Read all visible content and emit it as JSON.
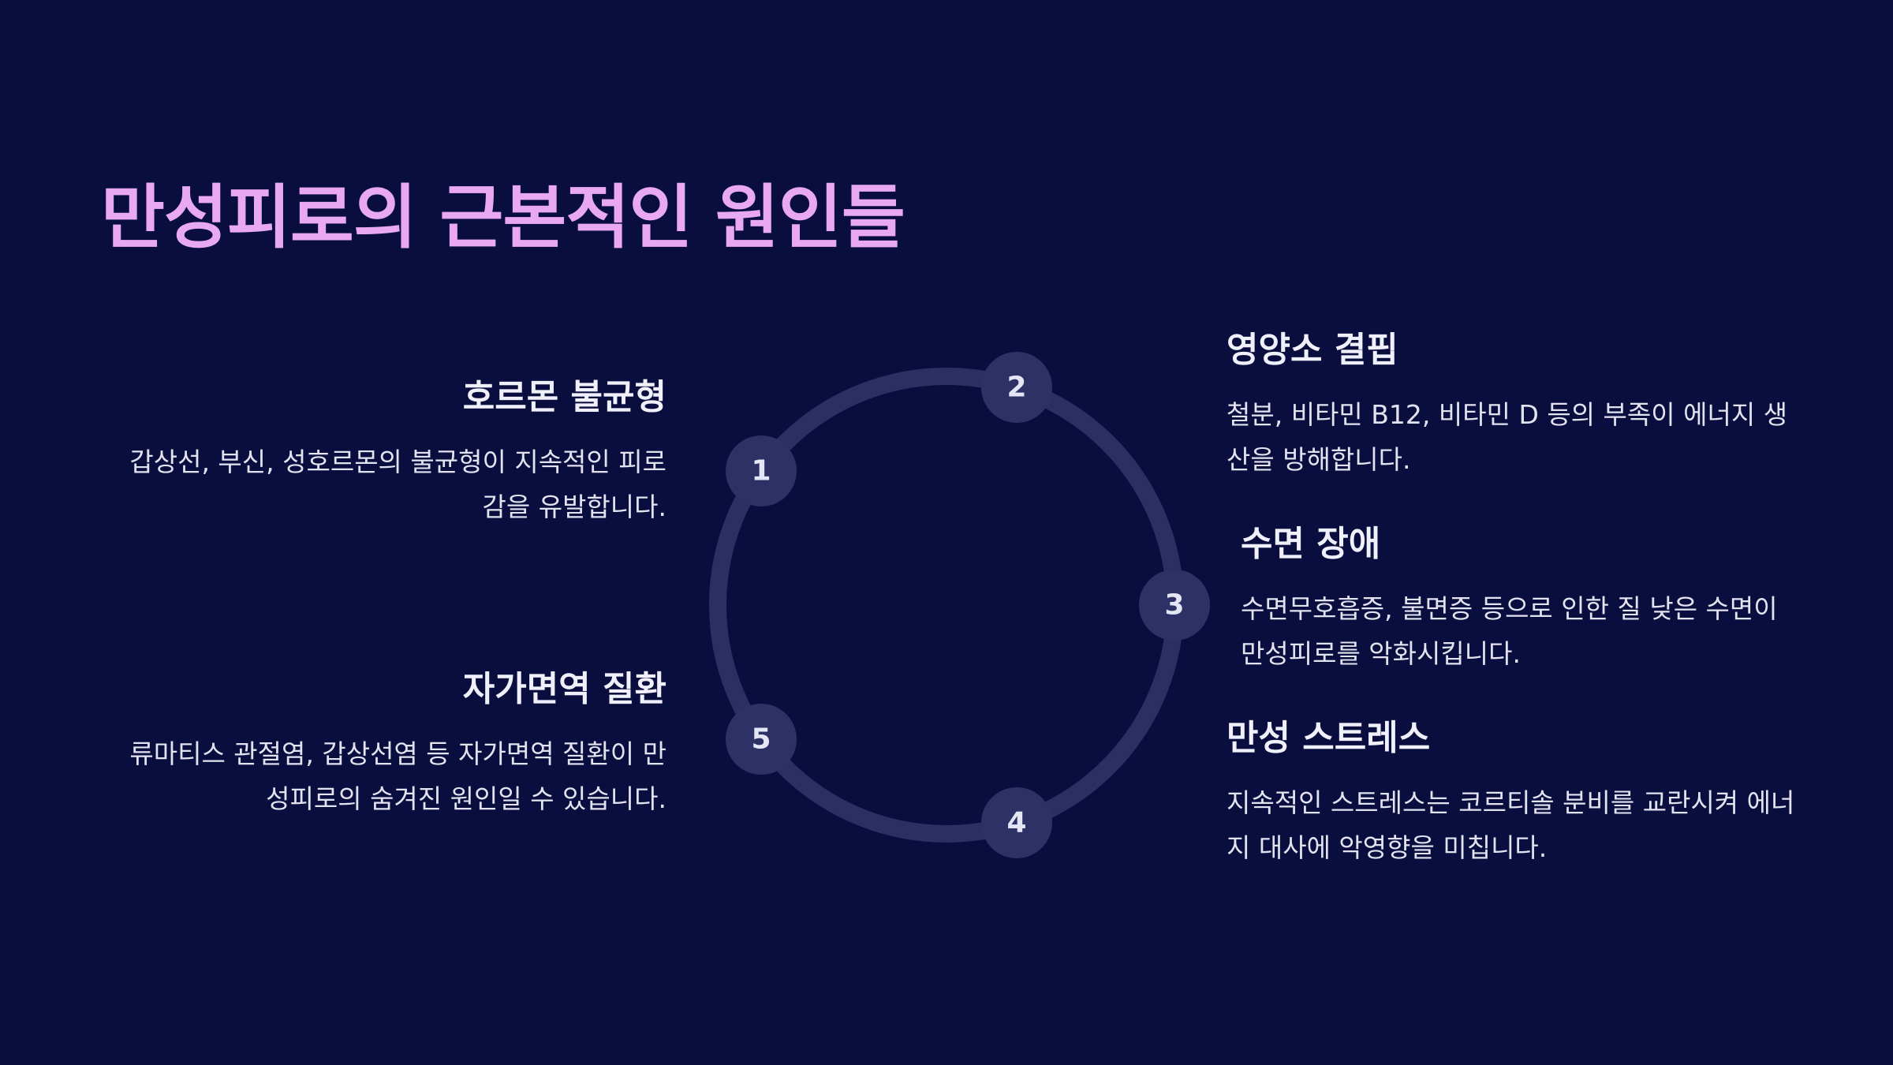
{
  "slide": {
    "title": "만성피로의 근본적인 원인들",
    "colors": {
      "background": "#0a0e3f",
      "title": "#e8a8f4",
      "ring": "#2b2f63",
      "node": "#2d3166",
      "text": "#ececf6"
    }
  },
  "cycle": {
    "nodes": [
      {
        "label": "1"
      },
      {
        "label": "2"
      },
      {
        "label": "3"
      },
      {
        "label": "4"
      },
      {
        "label": "5"
      }
    ]
  },
  "items": [
    {
      "number": "1",
      "heading": "호르몬 불균형",
      "text": "갑상선, 부신, 성호르몬의 불균형이 지속적인 피로감을 유발합니다."
    },
    {
      "number": "2",
      "heading": "영양소 결핍",
      "text": "철분, 비타민 B12, 비타민 D 등의 부족이 에너지 생산을 방해합니다."
    },
    {
      "number": "3",
      "heading": "수면 장애",
      "text": "수면무호흡증, 불면증 등으로 인한 질 낮은 수면이 만성피로를 악화시킵니다."
    },
    {
      "number": "4",
      "heading": "만성 스트레스",
      "text": "지속적인 스트레스는 코르티솔 분비를 교란시켜 에너지 대사에 악영향을 미칩니다."
    },
    {
      "number": "5",
      "heading": "자가면역 질환",
      "text": "류마티스 관절염, 갑상선염 등 자가면역 질환이 만성피로의 숨겨진 원인일 수 있습니다."
    }
  ]
}
